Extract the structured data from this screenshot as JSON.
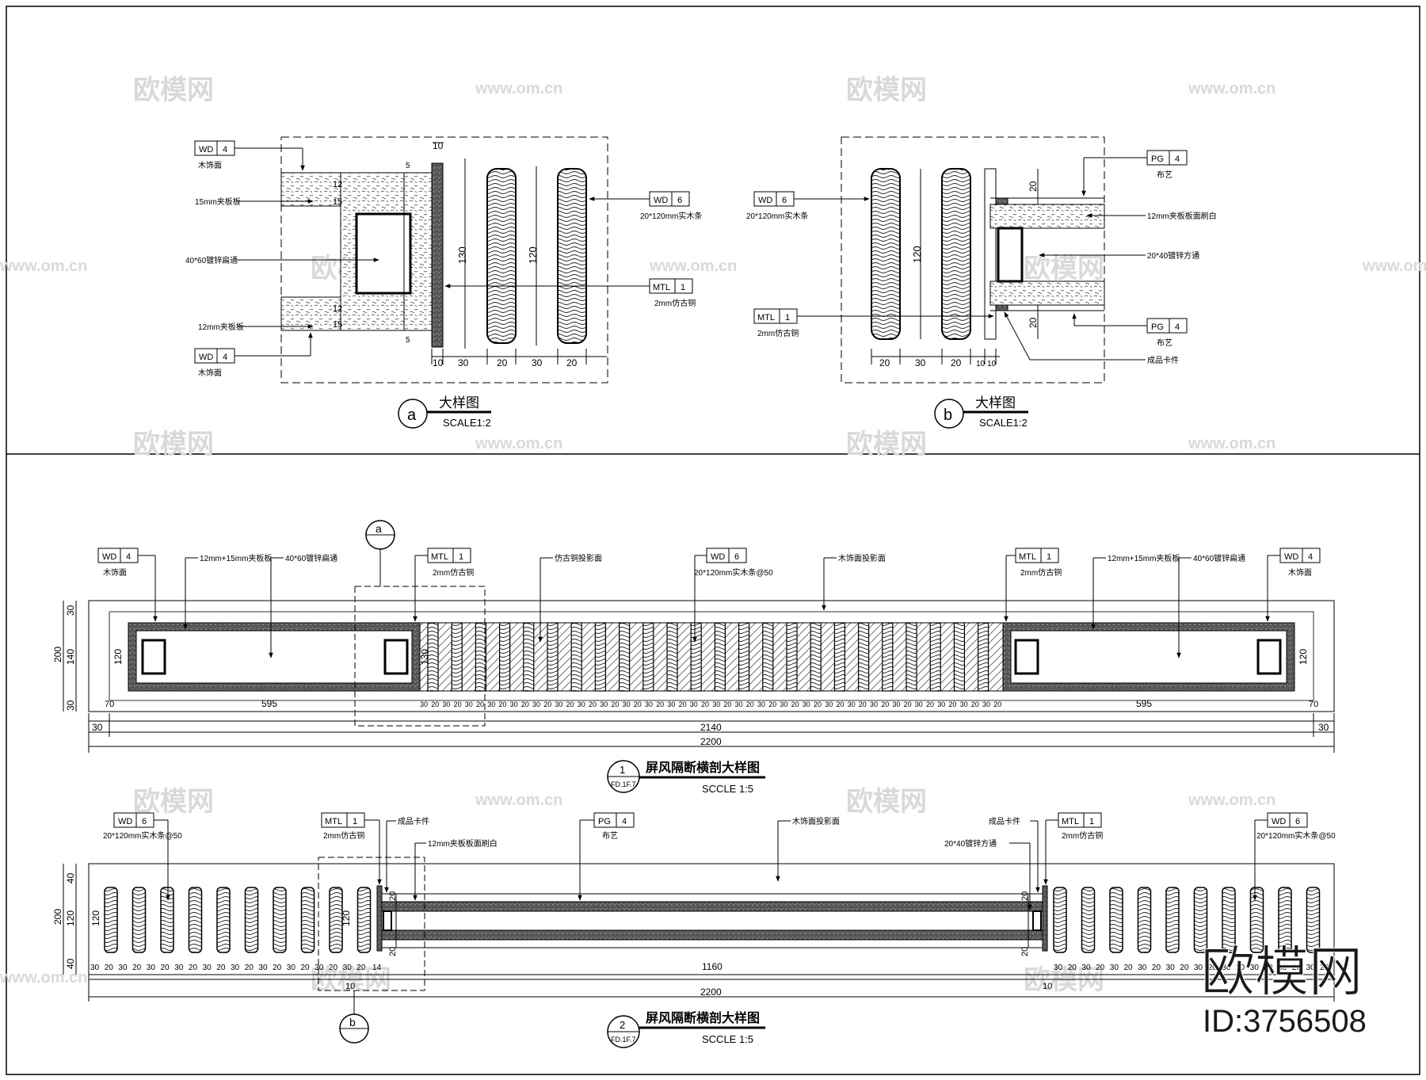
{
  "watermark": {
    "brand": "欧模网",
    "site": "www.om.cn",
    "id": "ID:3756508"
  },
  "detail_a": {
    "marker": "a",
    "title": "大样图",
    "scale": "SCALE1:2",
    "tags": [
      {
        "code": "WD",
        "num": "4",
        "text": "木饰面"
      },
      {
        "code": "WD",
        "num": "6",
        "text": "20*120mm实木条"
      },
      {
        "code": "MTL",
        "num": "1",
        "text": "2mm仿古铜"
      },
      {
        "code": "WD",
        "num": "4",
        "text": "木饰面"
      }
    ],
    "labels": [
      "15mm夹板板",
      "40*60镀锌扁通",
      "12mm夹板板"
    ],
    "dims": [
      "10",
      "12",
      "15",
      "130",
      "120",
      "5",
      "12",
      "15",
      "5",
      "10",
      "30",
      "20",
      "30",
      "20"
    ]
  },
  "detail_b": {
    "marker": "b",
    "title": "大样图",
    "scale": "SCALE1:2",
    "tags": [
      {
        "code": "WD",
        "num": "6",
        "text": "20*120mm实木条"
      },
      {
        "code": "MTL",
        "num": "1",
        "text": "2mm仿古铜"
      },
      {
        "code": "PG",
        "num": "4",
        "text": "布艺"
      },
      {
        "code": "PG",
        "num": "4",
        "text": "布艺"
      }
    ],
    "labels": [
      "12mm夹板板面刷白",
      "20*40镀锌方通",
      "成品卡件"
    ],
    "dims": [
      "120",
      "20",
      "20",
      "20",
      "30",
      "20",
      "10",
      "10"
    ]
  },
  "section_1": {
    "marker_num": "1",
    "marker_ref": "FD.1F.7",
    "cut_marker": "a",
    "title": "屏风隔断横剖大样图",
    "scale": "SCCLE  1:5",
    "tags": [
      {
        "code": "WD",
        "num": "4",
        "text": "木饰面"
      },
      {
        "code": "MTL",
        "num": "1",
        "text": "2mm仿古铜"
      },
      {
        "code": "WD",
        "num": "6",
        "text": "20*120mm实木条@50"
      },
      {
        "code": "MTL",
        "num": "1",
        "text": "2mm仿古铜"
      },
      {
        "code": "WD",
        "num": "4",
        "text": "木饰面"
      }
    ],
    "labels": [
      "12mm+15mm夹板板",
      "40*60镀锌扁通",
      "仿古铜投影面",
      "木饰面投影面",
      "12mm+15mm夹板板",
      "40*60镀锌扁通"
    ],
    "dims": {
      "h_total": "200",
      "h_top": "30",
      "h_mid": "140",
      "h_bot": "30",
      "inner": "120",
      "inner2": "130",
      "left_gap": "70",
      "left_span": "595",
      "right_span": "595",
      "right_gap": "70",
      "mid": "2140",
      "side": "30",
      "total": "2200",
      "slot_a": "30",
      "slot_b": "20"
    }
  },
  "section_2": {
    "marker_num": "2",
    "marker_ref": "FD.1F.7",
    "cut_marker": "b",
    "title": "屏风隔断横剖大样图",
    "scale": "SCCLE  1:5",
    "tags": [
      {
        "code": "WD",
        "num": "6",
        "text": "20*120mm实木条@50"
      },
      {
        "code": "MTL",
        "num": "1",
        "text": "2mm仿古铜"
      },
      {
        "code": "PG",
        "num": "4",
        "text": "布艺"
      },
      {
        "code": "MTL",
        "num": "1",
        "text": "2mm仿古铜"
      },
      {
        "code": "WD",
        "num": "6",
        "text": "20*120mm实木条@50"
      }
    ],
    "labels": [
      "成品卡件",
      "12mm夹板板面刷白",
      "木饰面投影面",
      "成品卡件",
      "20*40镀锌方通"
    ],
    "dims": {
      "h_total": "200",
      "h_top": "40",
      "h_mid": "120",
      "h_bot": "40",
      "inner": "120",
      "center": "1160",
      "total": "2200",
      "small": "10",
      "seg_a": "30",
      "seg_b": "20",
      "seg_c": "14",
      "v20": "20"
    }
  }
}
